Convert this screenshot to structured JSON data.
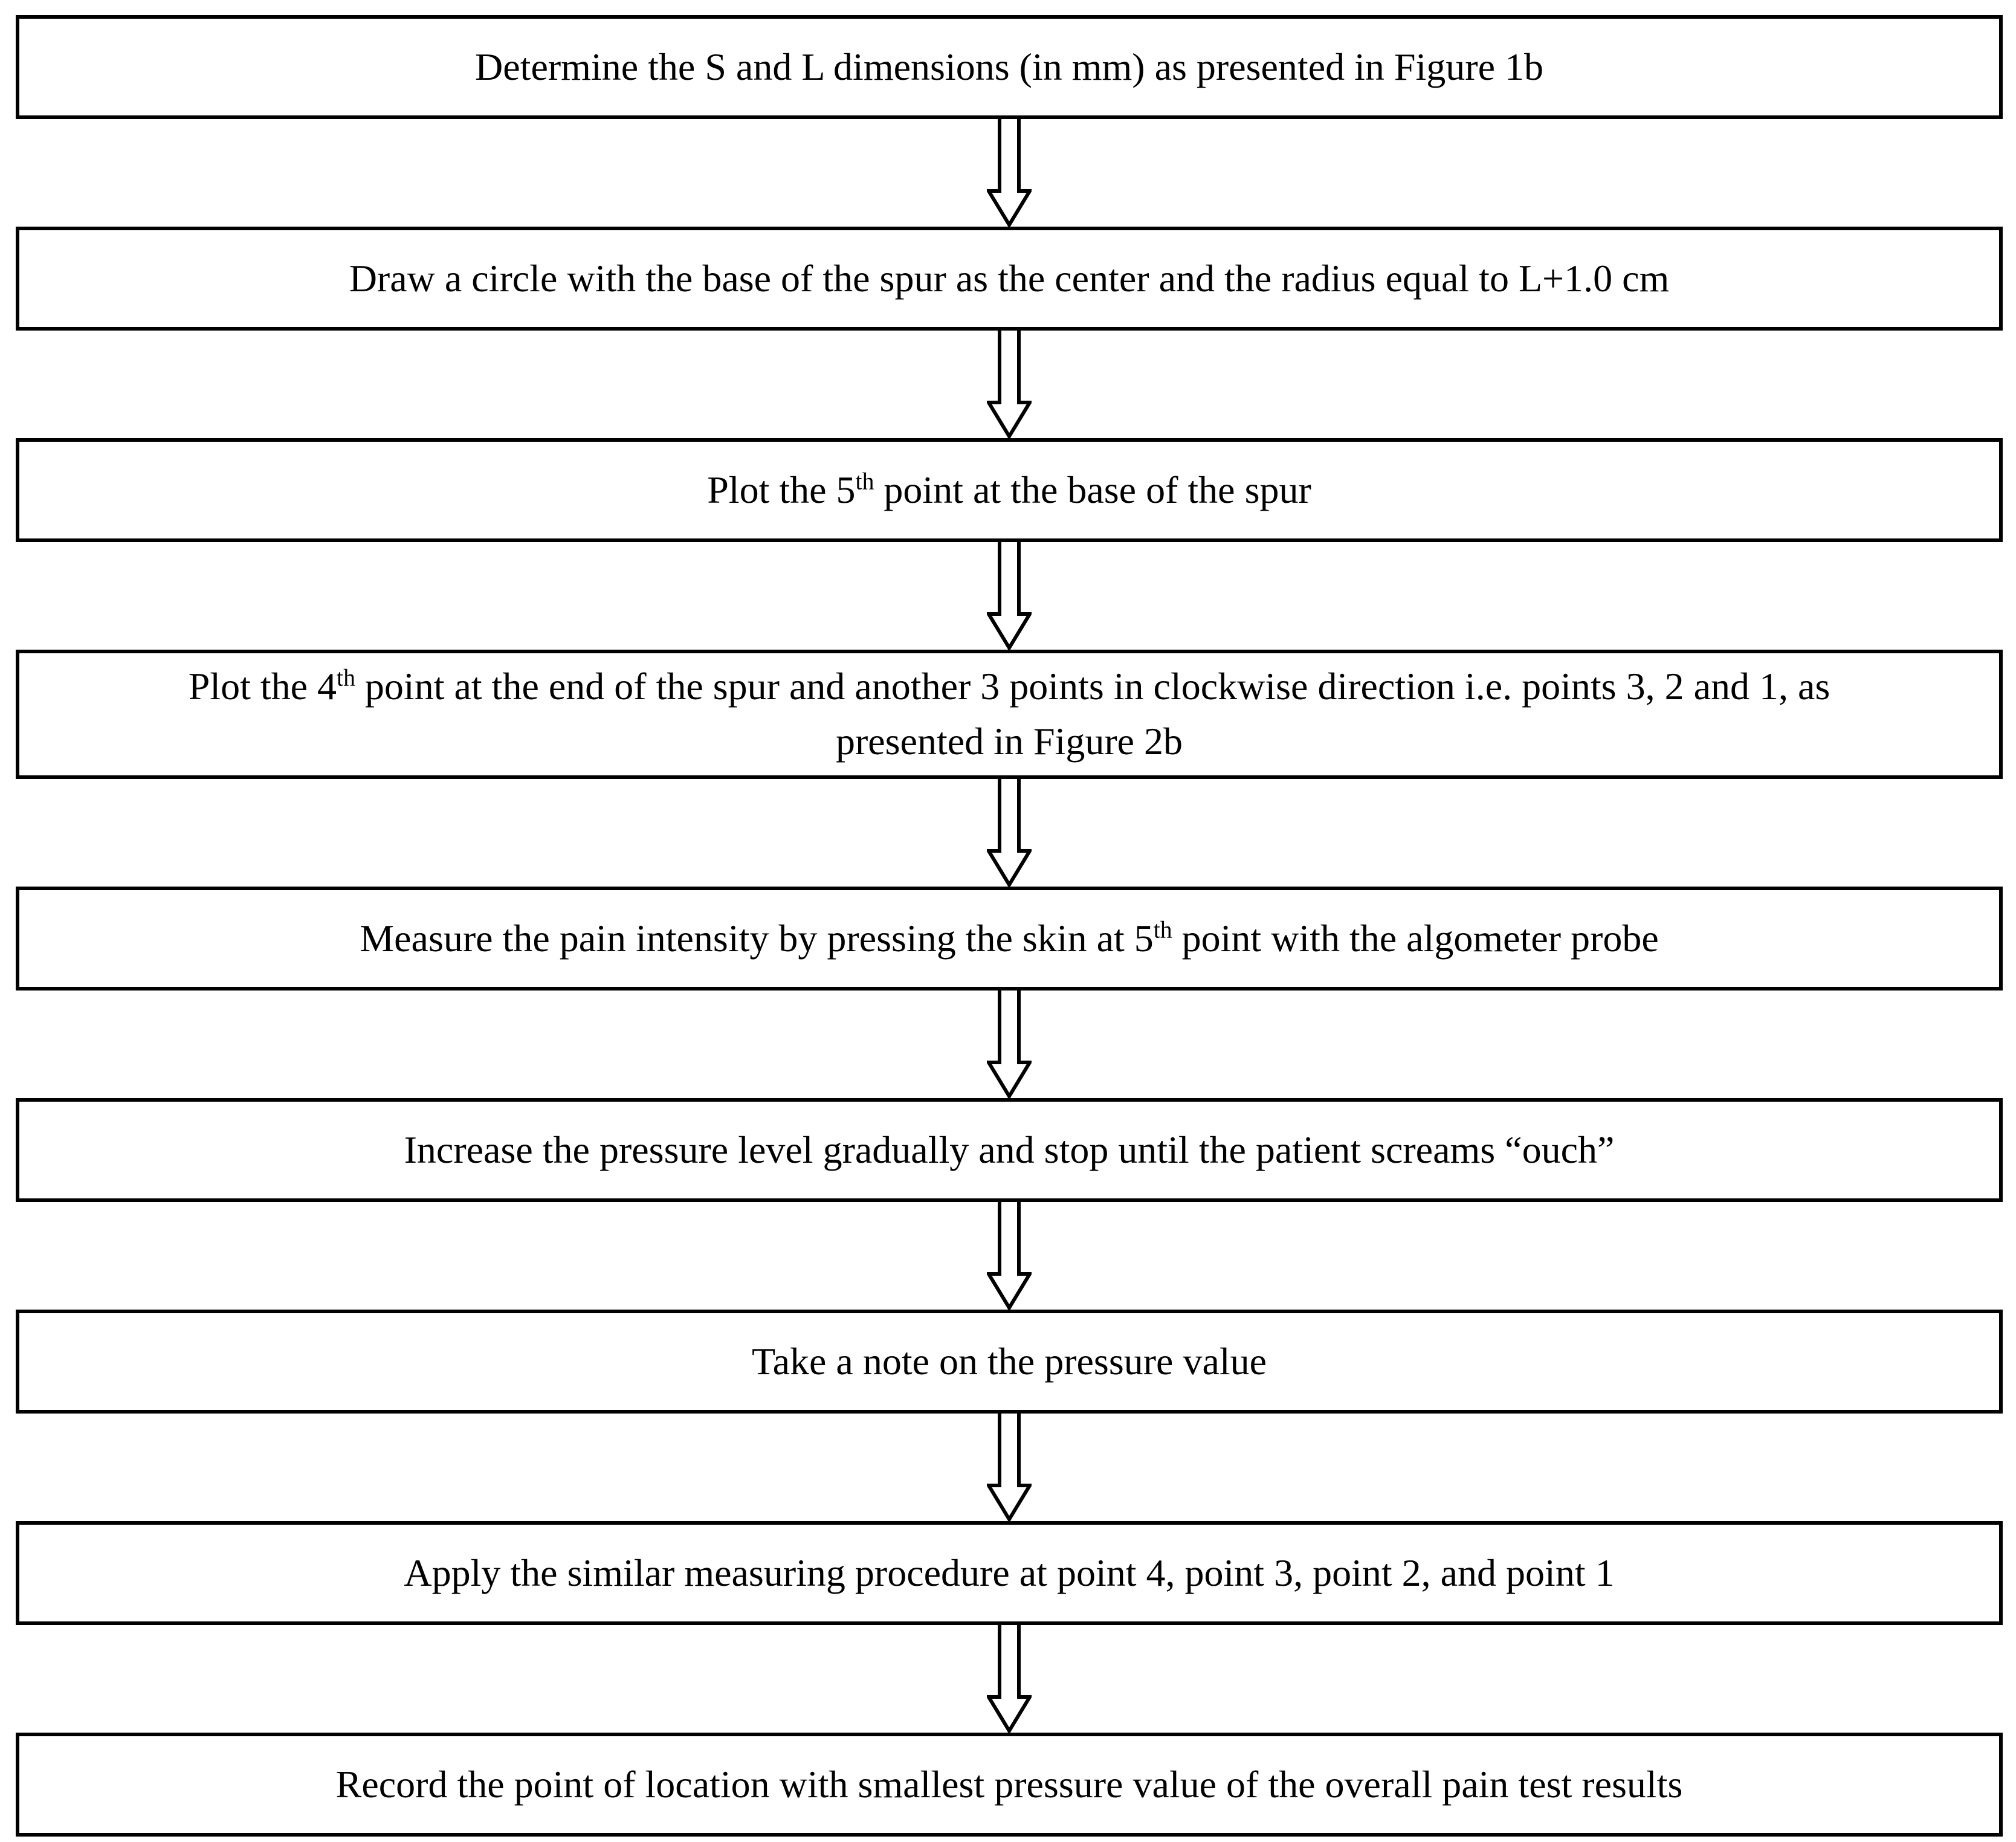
{
  "figure": {
    "type": "flowchart",
    "background_color": "#ffffff",
    "box_border_color": "#000000",
    "box_fill_color": "#ffffff",
    "text_color": "#000000",
    "arrow_style": "hollow-double-line-down-arrow"
  },
  "flowchart": {
    "steps": [
      {
        "text": "Determine the S and L dimensions (in mm) as presented in Figure 1b",
        "segments": [
          {
            "t": "Determine the S and L dimensions (in mm) as presented in Figure 1b"
          }
        ]
      },
      {
        "text": "Draw a circle with the base of the spur as the center and the radius equal to L+1.0 cm",
        "segments": [
          {
            "t": "Draw a circle with the base of the spur as the center and the radius equal to L+1.0 cm"
          }
        ]
      },
      {
        "text": "Plot the 5th point at the base of the spur",
        "segments": [
          {
            "t": "Plot the 5"
          },
          {
            "t": "th",
            "sup": true
          },
          {
            "t": " point at the base of the spur"
          }
        ]
      },
      {
        "text": "Plot the 4th point at the end of the spur and another 3 points in clockwise direction i.e. points 3, 2 and 1, as presented in Figure 2b",
        "segments": [
          {
            "t": "Plot the 4"
          },
          {
            "t": "th",
            "sup": true
          },
          {
            "t": " point at the end of the spur and another 3 points in clockwise direction i.e. points 3, 2 and 1, as"
          },
          {
            "br": true
          },
          {
            "t": "presented in Figure 2b"
          }
        ]
      },
      {
        "text": "Measure the pain intensity by pressing the skin at 5th point with the algometer probe",
        "segments": [
          {
            "t": "Measure the pain intensity by pressing the skin at 5"
          },
          {
            "t": "th",
            "sup": true
          },
          {
            "t": " point with the algometer probe"
          }
        ]
      },
      {
        "text": "Increase the pressure level gradually and stop until the patient screams “ouch”",
        "segments": [
          {
            "t": "Increase the pressure level gradually and stop until the patient screams “ouch”"
          }
        ]
      },
      {
        "text": "Take a note on the pressure value",
        "segments": [
          {
            "t": "Take a note on the pressure value"
          }
        ]
      },
      {
        "text": "Apply the similar measuring procedure at point 4, point 3, point 2, and point 1",
        "segments": [
          {
            "t": "Apply the similar measuring procedure at point 4, point 3, point 2, and point 1"
          }
        ]
      },
      {
        "text": "Record the point of location with smallest pressure value of the overall pain test results",
        "segments": [
          {
            "t": "Record the point of location with smallest pressure value of the overall pain test results"
          }
        ]
      }
    ]
  }
}
